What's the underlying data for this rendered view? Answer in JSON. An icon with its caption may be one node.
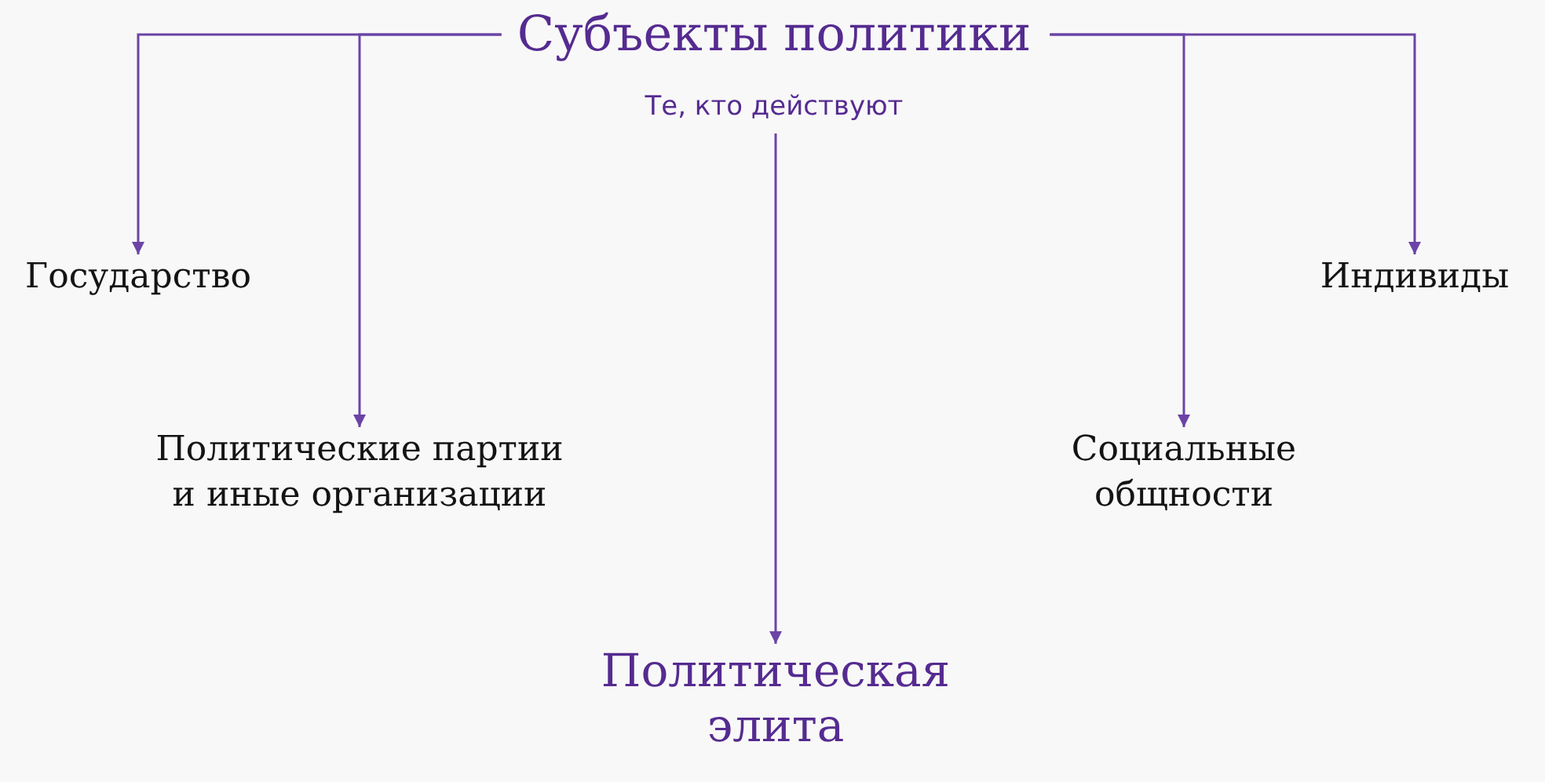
{
  "diagram": {
    "nodes": [
      {
        "text": [
          "Субъекты политики",
          "Те, кто действуют"
        ]
      },
      {
        "text": [
          "Государство"
        ]
      },
      {
        "text": [
          "Политические партии и иные организации"
        ]
      },
      {
        "text": [
          "Индивиды"
        ]
      },
      {
        "text": [
          "Социальные общности"
        ]
      },
      {
        "text": [
          "Политическая элита"
        ]
      }
    ],
    "edges": [
      {
        "from": 0,
        "to": 1,
        "arrow": "to"
      },
      {
        "from": 0,
        "to": 2,
        "arrow": "to"
      },
      {
        "from": 0,
        "to": 5,
        "arrow": "to"
      },
      {
        "from": 0,
        "to": 4,
        "arrow": "to"
      },
      {
        "from": 0,
        "to": 3,
        "arrow": "to"
      }
    ]
  }
}
